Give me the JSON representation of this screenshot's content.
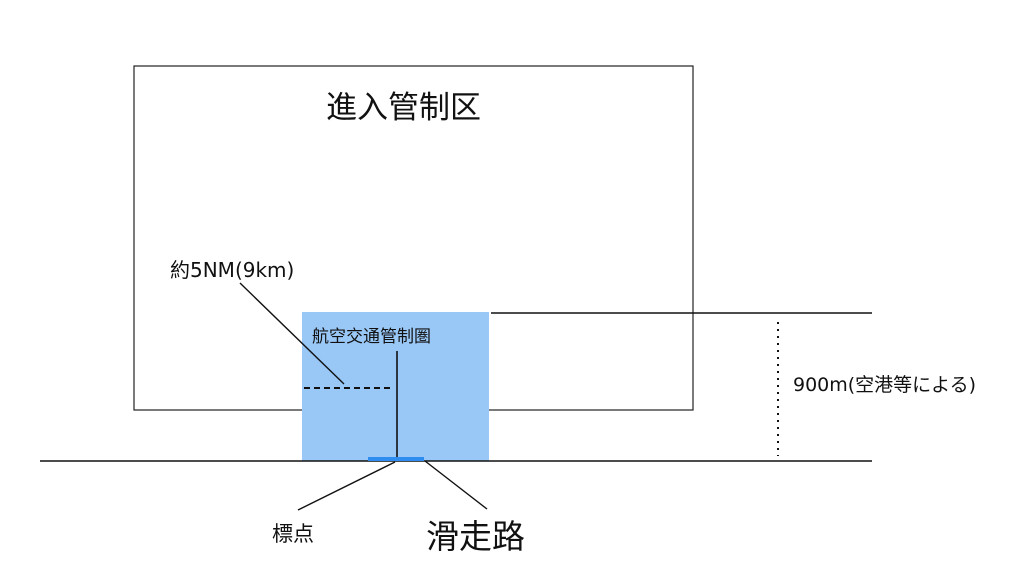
{
  "labels": {
    "approach_control_area": "進入管制区",
    "radius": "約5NM(9km)",
    "traffic_zone": "航空交通管制圏",
    "height": "900m(空港等による)",
    "reference_point": "標点",
    "runway": "滑走路"
  },
  "colors": {
    "zone_fill": "#99c8f7",
    "runway": "#2f8cf0",
    "line": "#111111"
  }
}
